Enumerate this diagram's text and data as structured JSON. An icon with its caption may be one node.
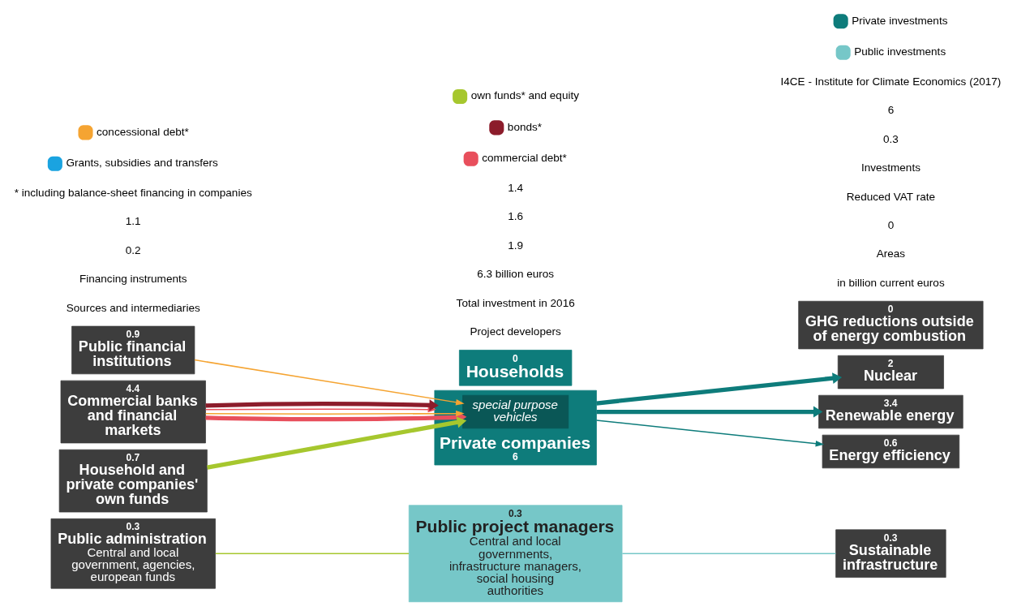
{
  "diagram": {
    "nodes": [
      {
        "text": [
          "0.3",
          "Public administration",
          "Central and local government, agencies, european funds"
        ]
      },
      {
        "text": [
          "0.9",
          "Public financial institutions"
        ]
      },
      {
        "text": [
          "4.4",
          "Commercial banks and financial markets"
        ]
      },
      {
        "text": [
          "0.7",
          "Household and private companies' own funds"
        ]
      },
      {
        "text": [
          "0.3",
          "Public project managers",
          "Central and local governments, infrastructure managers, social housing authorities"
        ]
      },
      {
        "text": [
          "Private companies",
          "6"
        ]
      },
      {
        "text": [
          "special purpose vehicles"
        ],
        "in": 5
      },
      {
        "text": [
          "0",
          "Households"
        ]
      },
      {
        "text": [
          "0.3",
          "Sustainable infrastructure"
        ]
      },
      {
        "text": [
          "2",
          "Nuclear"
        ]
      },
      {
        "text": [
          "0",
          "GHG reductions outside of energy combustion"
        ]
      },
      {
        "text": [
          "3.4",
          "Renewable energy"
        ]
      },
      {
        "text": [
          "0.6",
          "Energy efficiency"
        ]
      }
    ],
    "edges": [
      {
        "from": 0,
        "to": 4,
        "arrow": "none",
        "color": "#a6c72e"
      },
      {
        "from": 1,
        "to": 6,
        "arrow": "to",
        "color": "#f5a432"
      },
      {
        "from": 2,
        "to": 6,
        "arrow": "to",
        "style": "thick",
        "color": "#e84f5c"
      },
      {
        "from": 2,
        "to": 6,
        "arrow": "to",
        "color": "#f5a432"
      },
      {
        "from": 2,
        "to": 5,
        "arrow": "to",
        "color": "#e84f5c"
      },
      {
        "from": 2,
        "to": 5,
        "arrow": "to",
        "style": "thick",
        "color": "#8c1c2b"
      },
      {
        "from": 3,
        "to": 6,
        "arrow": "to",
        "style": "thick",
        "color": "#a6c72e"
      },
      {
        "from": 4,
        "to": 8,
        "arrow": "none",
        "color": "#76c7c8"
      },
      {
        "from": 5,
        "to": 9,
        "arrow": "to",
        "style": "thick",
        "color": "#0e7c7b"
      },
      {
        "from": 5,
        "to": 11,
        "arrow": "to",
        "style": "thick",
        "color": "#0e7c7b"
      },
      {
        "from": 5,
        "to": 12,
        "arrow": "to",
        "color": "#0e7c7b"
      }
    ],
    "labels": [
      "in billion current euros",
      "Sources and intermediaries",
      "Project developers",
      "Areas",
      "Total investment in 2016",
      "6.3 billion euros",
      "0",
      "Reduced VAT rate",
      "Financing instruments",
      "0.2",
      "1.1",
      "1.9",
      "1.6",
      "1.4",
      "Investments",
      "0.3",
      "6",
      "* including balance-sheet financing in companies",
      "I4CE - Institute for Climate Economics (2017)"
    ],
    "legend": [
      {
        "text": "Grants, subsidies and transfers",
        "color": "#1aa3e0"
      },
      {
        "text": "concessional debt*",
        "color": "#f5a432"
      },
      {
        "text": "commercial debt*",
        "color": "#e84f5c"
      },
      {
        "text": "bonds*",
        "color": "#8c1c2b"
      },
      {
        "text": "own funds* and equity",
        "color": "#a6c72e"
      },
      {
        "text": "Public investments",
        "color": "#76c7c8"
      },
      {
        "text": "Private investments",
        "color": "#0e7c7b"
      }
    ]
  }
}
